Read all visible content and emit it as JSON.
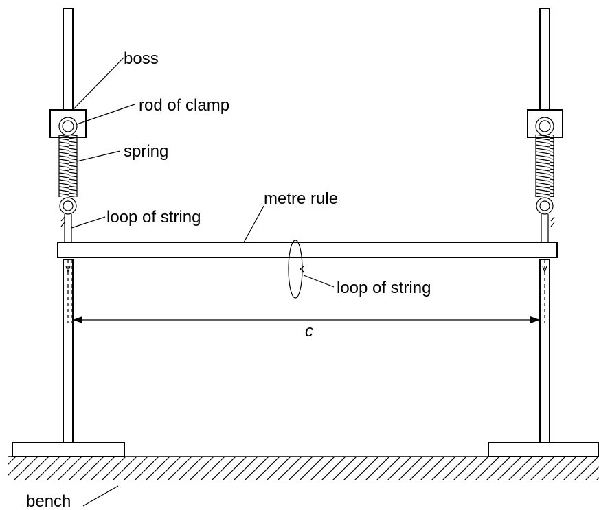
{
  "diagram": {
    "labels": {
      "boss": "boss",
      "rod_of_clamp": "rod of clamp",
      "spring": "spring",
      "loop_of_string_top": "loop of string",
      "metre_rule": "metre rule",
      "loop_of_string_middle": "loop of string",
      "distance_c": "c",
      "bench": "bench"
    },
    "colors": {
      "line": "#000000",
      "background": "#ffffff"
    }
  }
}
